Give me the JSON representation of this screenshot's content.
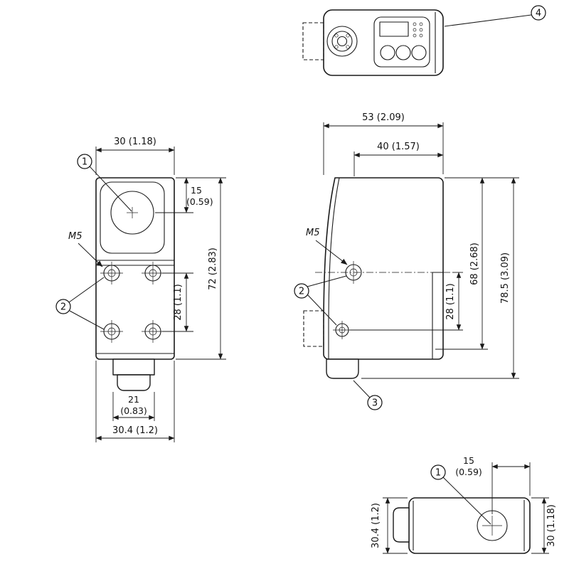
{
  "meta": {
    "title": "Sensor dimensional drawing"
  },
  "callouts": {
    "n1": "1",
    "n2": "2",
    "n3": "3",
    "n4": "4"
  },
  "labels": {
    "thread_front": "M5",
    "thread_side": "M5"
  },
  "front_view": {
    "width": "30 (1.18)",
    "lens_center_from_top_mm": "15",
    "lens_center_from_top_in": "(0.59)",
    "height": "72 (2.83)",
    "hole_spacing": "28 (1.1)",
    "connector_width_mm": "21",
    "connector_width_in": "(0.83)",
    "overall_width": "30.4 (1.2)"
  },
  "side_view": {
    "depth": "53 (2.09)",
    "upper_depth": "40 (1.57)",
    "hole_spacing": "28 (1.1)",
    "height_to_step": "68 (2.68)",
    "overall_height": "78.5 (3.09)"
  },
  "bottom_view": {
    "lens_center_from_right_mm": "15",
    "lens_center_from_right_in": "(0.59)",
    "overall_width": "30.4 (1.2)",
    "width": "30 (1.18)"
  }
}
